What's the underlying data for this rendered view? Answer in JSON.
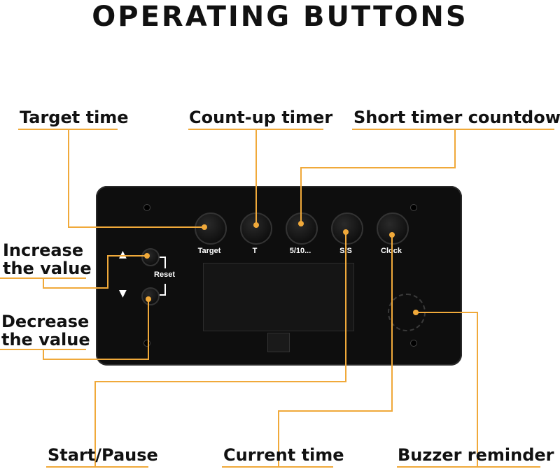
{
  "title": "OPERATING BUTTONS",
  "labels": {
    "target_time": "Target time",
    "count_up": "Count-up timer",
    "short_timer": "Short timer countdown",
    "increase_line1": "Increase",
    "increase_line2": "the value",
    "decrease_line1": "Decrease",
    "decrease_line2": "the value",
    "start_pause": "Start/Pause",
    "current_time": "Current time",
    "buzzer": "Buzzer reminder"
  },
  "device": {
    "buttons": [
      "Target",
      "T",
      "5/10...",
      "S/S",
      "Clock"
    ],
    "reset": "Reset",
    "up_symbol": "▲",
    "down_symbol": "▼"
  },
  "colors": {
    "accent": "#f0a93a",
    "device": "#0e0e0e",
    "text": "#111111"
  }
}
